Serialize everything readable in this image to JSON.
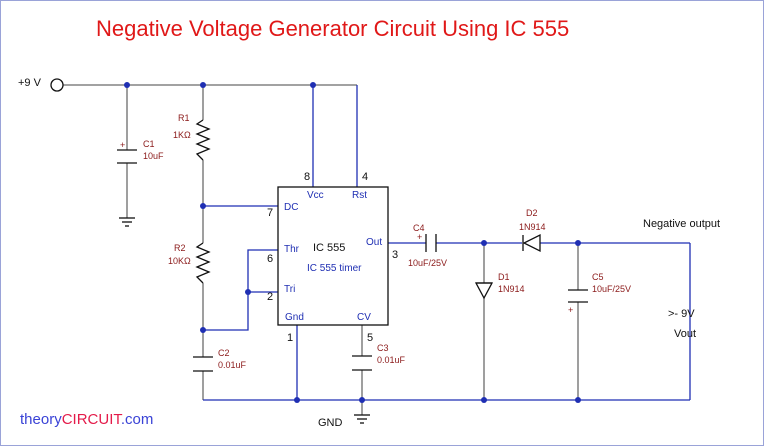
{
  "title": "Negative Voltage Generator Circuit Using IC 555",
  "supply_label": "+9 V",
  "gnd_label": "GND",
  "brand": {
    "part1": "theory",
    "part2": "CIRCUIT",
    "part3": ".com"
  },
  "output": {
    "heading": "Negative output",
    "value": ">- 9V",
    "name": "Vout"
  },
  "ic": {
    "name": "IC 555",
    "subtitle": "IC 555 timer",
    "pins": {
      "vcc": "Vcc",
      "rst": "Rst",
      "dc": "DC",
      "thr": "Thr",
      "tri": "Tri",
      "gnd": "Gnd",
      "cv": "CV",
      "out": "Out"
    },
    "pin_numbers": {
      "vcc": "8",
      "rst": "4",
      "dc": "7",
      "thr": "6",
      "tri": "2",
      "gnd": "1",
      "cv": "5",
      "out": "3"
    }
  },
  "components": {
    "c1": {
      "ref": "C1",
      "value": "10uF"
    },
    "r1": {
      "ref": "R1",
      "value": "1KΩ"
    },
    "r2": {
      "ref": "R2",
      "value": "10KΩ"
    },
    "c2": {
      "ref": "C2",
      "value": "0.01uF"
    },
    "c3": {
      "ref": "C3",
      "value": "0.01uF"
    },
    "c4": {
      "ref": "C4",
      "value": "10uF/25V"
    },
    "c5": {
      "ref": "C5",
      "value": "10uF/25V"
    },
    "d1": {
      "ref": "D1",
      "value": "1N914"
    },
    "d2": {
      "ref": "D2",
      "value": "1N914"
    }
  },
  "colors": {
    "title": "#e01818",
    "wire_blue": "#1f2fb3",
    "wire_gray": "#6b6b6b",
    "label_red": "#8b1a1a",
    "brand_blue": "#3a43d6",
    "brand_red": "#e41b4a"
  }
}
